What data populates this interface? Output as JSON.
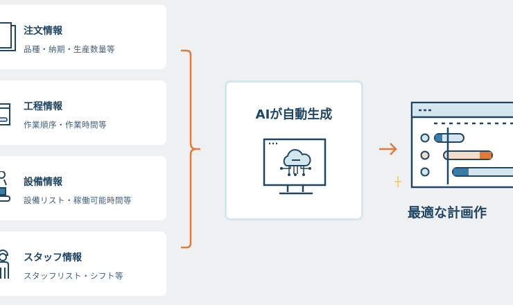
{
  "inputs": [
    {
      "title": "注文情報",
      "subtitle": "品種・納期・生産数量等",
      "icon": "documents-icon"
    },
    {
      "title": "工程情報",
      "subtitle": "作業順序・作業時間等",
      "icon": "process-window-icon"
    },
    {
      "title": "設備情報",
      "subtitle": "設備リスト・稼働可能時間等",
      "icon": "robot-conveyor-icon"
    },
    {
      "title": "スタッフ情報",
      "subtitle": "スタッフリスト・シフト等",
      "icon": "worker-icon"
    }
  ],
  "process": {
    "title": "AIが自動生成",
    "icon": "cloud-ai-monitor-icon"
  },
  "output": {
    "title": "最適な計画作",
    "icon": "gantt-chart-icon"
  },
  "colors": {
    "navy": "#1e4564",
    "orange": "#e07a3a",
    "light_blue": "#d4e7ef",
    "bg": "#eef0f2"
  }
}
